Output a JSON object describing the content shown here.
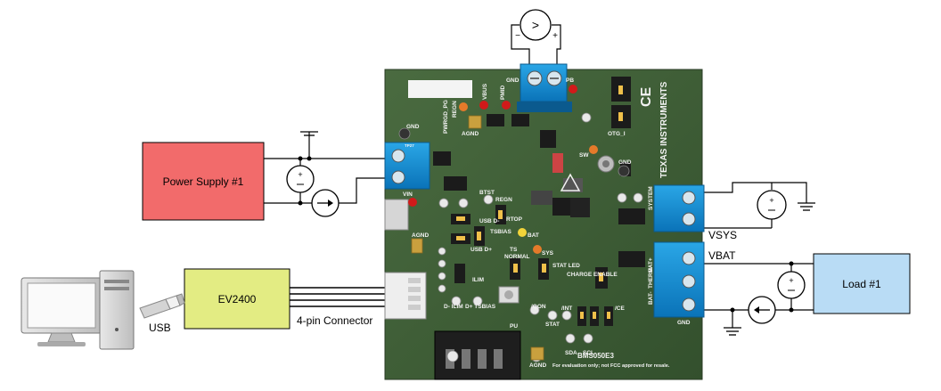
{
  "blocks": {
    "power_supply": {
      "label": "Power Supply #1",
      "color": "#f26b6b"
    },
    "ev2400": {
      "label": "EV2400",
      "color": "#e3ec83"
    },
    "load": {
      "label": "Load #1",
      "color": "#b9dcf5"
    }
  },
  "labels": {
    "usb": "USB",
    "connector": "4-pin Connector",
    "vsys": "VSYS",
    "vbat": "VBAT"
  },
  "board": {
    "color": "#3c5a35",
    "brand": "TEXAS INSTRUMENTS",
    "model": "BMS050E3",
    "disclaimer": "For evaluation only; not FCC approved for resale.",
    "silk": {
      "gnd_top": "GND",
      "pb": "PB",
      "gnd_left": "GND",
      "tp27": "TP27",
      "pmid": "PMID",
      "vbus": "VBUS",
      "regn_top": "REGN",
      "pwrgd_pg": "PWRGD_PG",
      "agnd_top": "AGND",
      "otg_i": "OTG_I",
      "sw": "SW",
      "gnd_right": "GND",
      "vin": "VIN",
      "btst": "BTST",
      "regn": "REGN",
      "usb_dm": "USB D-",
      "rtop": "RTOP",
      "tsbias": "TSBIAS",
      "bat": "BAT",
      "usb_dp": "USB D+",
      "ts": "TS",
      "normal": "NORMAL",
      "sys": "SYS",
      "agnd_left": "AGND",
      "stat_led": "STAT LED",
      "charge_enable": "CHARGE ENABLE",
      "ilim": "ILIM",
      "d_ilim": "D- ILIM",
      "d_tsbias": "D+ TSBIAS",
      "qon": "/QON",
      "int": "/INT",
      "stat": "STAT",
      "ce": "/CE",
      "sda": "SDA",
      "scl": "SCL",
      "agnd_bottom": "AGND",
      "system": "SYSTEM",
      "gnd_r1": "GND",
      "bat_plus": "BAT+",
      "therm": "THERM",
      "bat_minus": "BAT-",
      "gnd_bottom": "GND",
      "pu": "PU"
    }
  },
  "meters": {
    "top_voltmeter": {
      "symbol": ">",
      "minus": "−",
      "plus": "+"
    },
    "ps_voltmeter": {
      "symbol": "+"
    },
    "vsys_voltmeter": {
      "symbol": "+"
    },
    "load_voltmeter": {
      "symbol": "+"
    }
  }
}
